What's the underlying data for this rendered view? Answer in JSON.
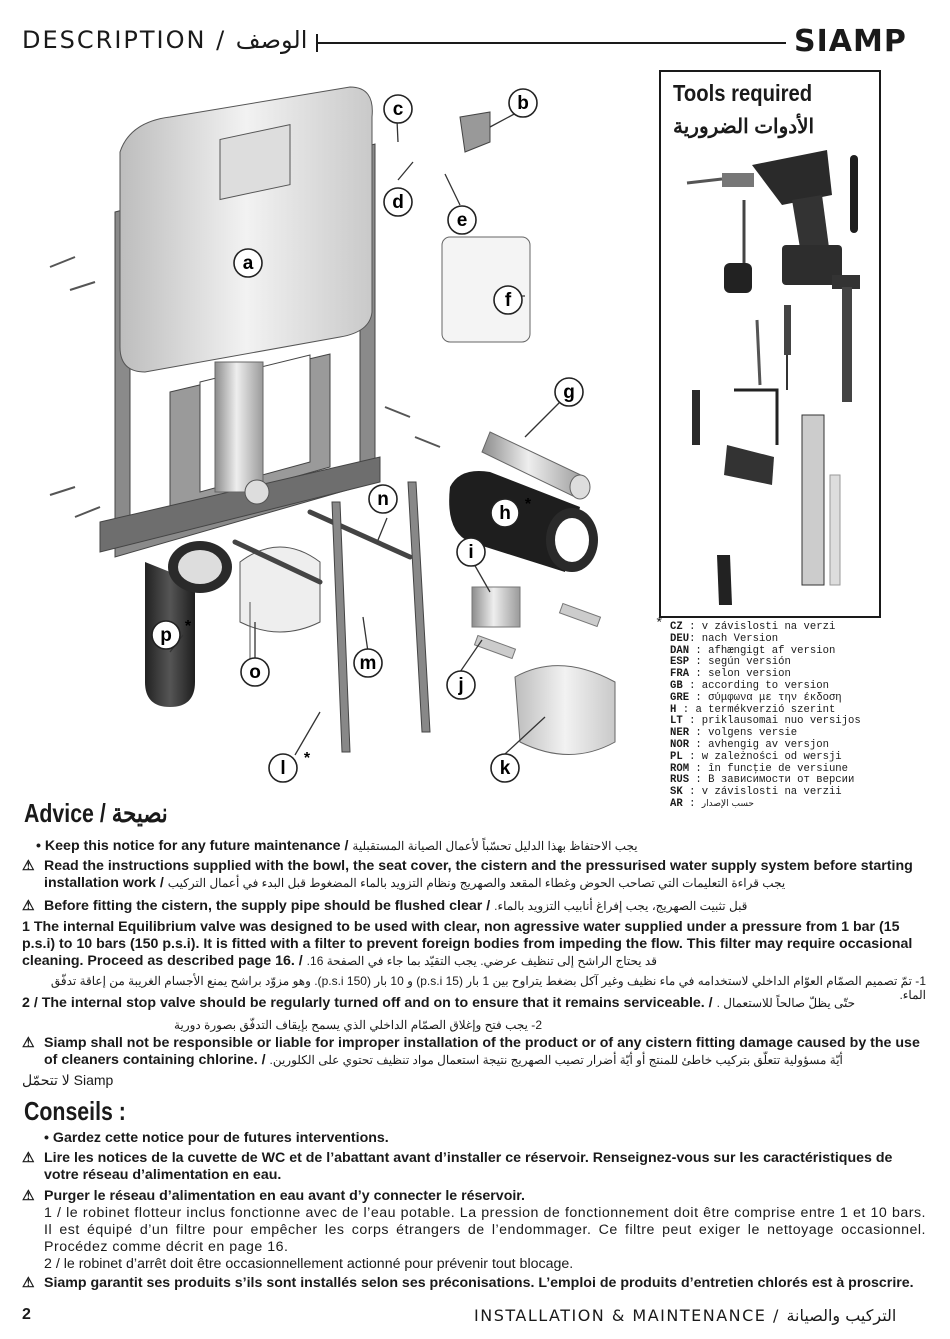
{
  "header": {
    "title": "DESCRIPTION / الوصف",
    "brand": "SIAMP"
  },
  "diagram": {
    "labels": [
      "a",
      "b",
      "c",
      "d",
      "e",
      "f",
      "g",
      "h",
      "i",
      "j",
      "k",
      "l",
      "m",
      "n",
      "o",
      "p"
    ],
    "asterisk": "*"
  },
  "tools": {
    "title": "Tools required",
    "title_ar": "الأدوات الضرورية"
  },
  "versions": {
    "star": "*",
    "rows": [
      {
        "code": "CZ",
        "text": "v závislosti na verzi"
      },
      {
        "code": "DEU",
        "text": "nach Version"
      },
      {
        "code": "DAN",
        "text": "afhængigt af version"
      },
      {
        "code": "ESP",
        "text": "según versión"
      },
      {
        "code": "FRA",
        "text": "selon version"
      },
      {
        "code": "GB",
        "text": "according to version"
      },
      {
        "code": "GRE",
        "text": "σύμφωνα με την έκδοση"
      },
      {
        "code": "H",
        "text": "a termékverzió szerint"
      },
      {
        "code": "LT",
        "text": "priklausomai nuo versijos"
      },
      {
        "code": "NER",
        "text": "volgens versie"
      },
      {
        "code": "NOR",
        "text": "avhengig av versjon"
      },
      {
        "code": "PL",
        "text": "w zależności od wersji"
      },
      {
        "code": "ROM",
        "text": "în funcţie de versiune"
      },
      {
        "code": "RUS",
        "text": "В зависимости от версии"
      },
      {
        "code": "SK",
        "text": "v závislosti na verzii"
      },
      {
        "code": "AR",
        "text": "حسب الإصدار"
      }
    ]
  },
  "advice": {
    "title": "Advice / نصيحة",
    "items": [
      {
        "en": "Keep this notice for any future maintenance / ",
        "ar": "يجب الاحتفاظ بهذا الدليل تحسّباً لأعمال الصيانة المستقبلية"
      },
      {
        "en": "Read the instructions supplied with the bowl, the seat cover, the cistern and the pressurised water supply system before starting installation work / ",
        "ar": "يجب قراءة التعليمات التي تصاحب الحوض وغطاء المقعد والصهريج ونظام التزويد بالماء المضغوط قبل البدء في أعمال التركيب"
      },
      {
        "en": "Before fitting the cistern, the supply pipe should be flushed clear / ",
        "ar": "قبل تثبيت الصهريج، يجب إفراغ أنابيب التزويد بالماء."
      },
      {
        "en": "1 The internal Equilibrium valve was designed to be used with clear, non agressive water supplied under a pressure from 1 bar (15 p.s.i) to 10 bars (150 p.s.i). It is fitted with a filter to prevent foreign bodies from impeding the flow. This filter may require occasional cleaning. Proceed as described page 16. / ",
        "ar": "قد يحتاج الراشح إلى تنظيف عرضي. يجب التقيّد بما جاء في الصفحة 16."
      },
      {
        "en": "",
        "ar": "1- تمّ تصميم الصمّام العوّام الداخلي لاستخدامه في ماء نظيف وغير آكل بضغط يتراوح بين 1 بار (15 p.s.i) و 10 بار (150 p.s.i). وهو مزوّد براشح يمنع الأجسام الغريبة من إعاقة تدفّق الماء."
      },
      {
        "en": "2 / The internal stop valve should be regularly turned off and on to ensure that it remains serviceable. / ",
        "ar": "حتّى يظلّ صالحاً للاستعمال ."
      },
      {
        "en": "",
        "ar": "2- يجب فتح وإغلاق الصمّام الداخلي الذي يسمح بإيقاف التدفّق بصورة دورية"
      },
      {
        "en": "Siamp shall not be responsible or liable for improper installation of the product or of any cistern fitting damage caused by the use of cleaners containing chlorine. / ",
        "ar": "أيّة مسؤولية تتعلّق بتركيب خاطئ للمنتج أو أيّة أضرار تصيب الصهريج نتيجة استعمال مواد تنظيف تحتوي على الكلورين."
      },
      {
        "en": "",
        "ar": "Siamp لا تتحمّل"
      }
    ]
  },
  "conseils": {
    "title": "Conseils :",
    "items": [
      "Gardez cette notice pour de futures interventions.",
      "Lire les notices de la cuvette de WC et de l’abattant avant d’installer ce réservoir. Renseignez-vous sur les caractéristiques de votre réseau d’alimentation en eau.",
      "Purger le réseau d’alimentation en eau avant d’y connecter le réservoir.",
      "1 / le robinet flotteur inclus fonctionne avec de l’eau potable. La pression de fonctionnement doit être comprise entre 1 et 10 bars. Il est équipé d’un filtre pour empêcher les corps étrangers de l’endommager. Ce filtre peut exiger le nettoyage occasionnel. Procédez comme décrit en page 16.",
      "2 / le robinet d’arrêt doit être occasionnellement actionné pour prévenir tout blocage.",
      "Siamp garantit ses produits s’ils sont installés selon ses préconisations. L’emploi de produits d’entretien chlorés est à proscrire."
    ]
  },
  "footer": {
    "page": "2",
    "title": "INSTALLATION & MAINTENANCE / التركيب والصيانة"
  }
}
